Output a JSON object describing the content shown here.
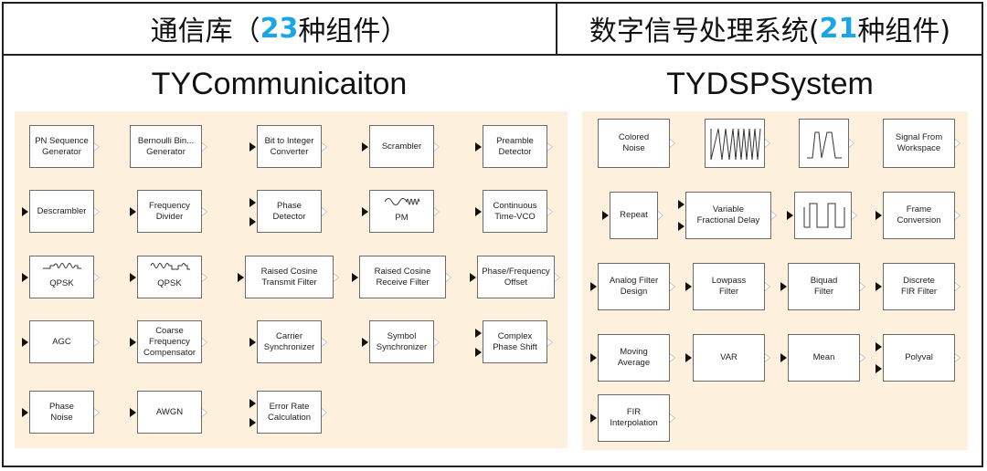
{
  "header": {
    "left": {
      "prefix": "通信库（",
      "count": "23",
      "suffix": "种组件）"
    },
    "right": {
      "prefix": "数字信号处理系统(",
      "count": "21",
      "suffix": "种组件)"
    }
  },
  "libraries": {
    "left_title": "TYCommunicaiton",
    "right_title": "TYDSPSystem"
  },
  "blocks": {
    "pn_sequence": "PN Sequence\nGenerator",
    "bernoulli": "Bernoulli Bin...\nGenerator",
    "bit_to_integer": "Bit to Integer\nConverter",
    "scrambler": "Scrambler",
    "preamble": "Preamble\nDetector",
    "descrambler": "Descrambler",
    "freq_divider": "Frequency\nDivider",
    "phase_detector": "Phase\nDetector",
    "pm": "PM",
    "continuous_vco": "Continuous\nTime-VCO",
    "qpsk_1": "QPSK",
    "qpsk_2": "QPSK",
    "rc_transmit": "Raised Cosine\nTransmit Filter",
    "rc_receive": "Raised Cosine\nReceive Filter",
    "phase_freq_offset": "Phase/Frequency\nOffset",
    "agc": "AGC",
    "coarse_freq": "Coarse\nFrequency\nCompensator",
    "carrier_sync": "Carrier\nSynchronizer",
    "symbol_sync": "Symbol\nSynchronizer",
    "complex_phase": "Complex\nPhase Shift",
    "phase_noise": "Phase\nNoise",
    "awgn": "AWGN",
    "error_rate": "Error Rate\nCalculation",
    "colored_noise": "Colored\nNoise",
    "signal_from_ws": "Signal From\nWorkspace",
    "repeat": "Repeat",
    "variable_frac_delay": "Variable\nFractional Delay",
    "frame_conversion": "Frame\nConversion",
    "analog_filter": "Analog Filter\nDesign",
    "lowpass": "Lowpass\nFilter",
    "biquad": "Biquad\nFilter",
    "discrete_fir": "Discrete\nFIR Filter",
    "moving_average": "Moving\nAverage",
    "var": "VAR",
    "mean": "Mean",
    "polyval": "Polyval",
    "fir_interp": "FIR\nInterpolation"
  },
  "colors": {
    "count_accent": "#19a6e6",
    "panel_bg": "#fdf0dd",
    "border": "#222222"
  },
  "icons": [
    "chirp-waveform-icon",
    "pulse-waveform-icon",
    "square-wave-icon",
    "sine-burst-icon"
  ]
}
